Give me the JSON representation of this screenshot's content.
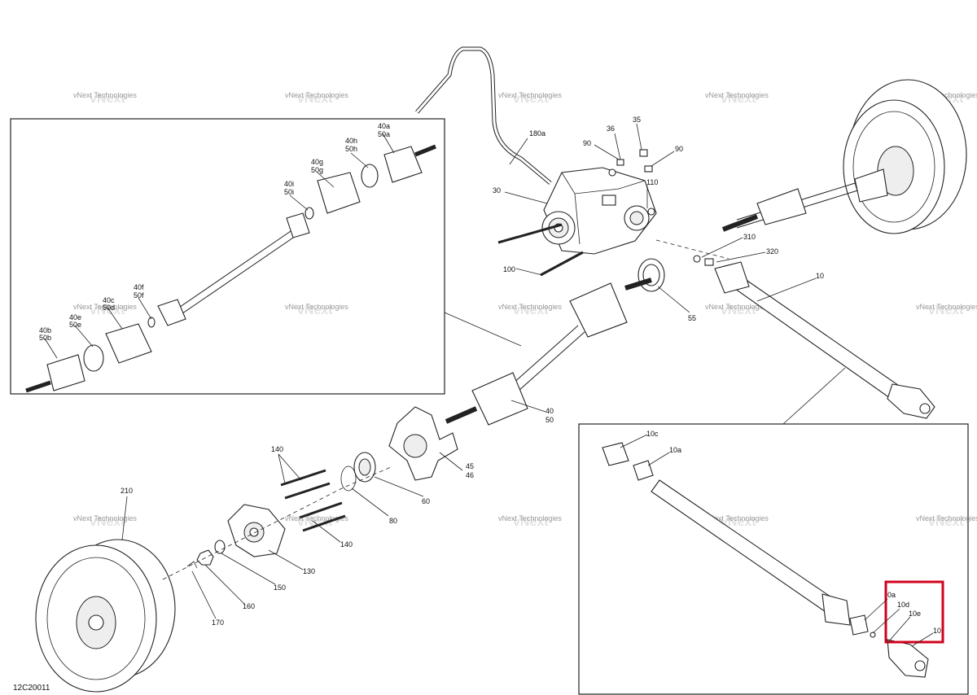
{
  "diagram": {
    "drawing_code": "12C20011",
    "watermark_text": "vNext Technologies",
    "watermark_big": "vNext",
    "highlight_color": "#d0021b",
    "callouts": [
      {
        "id": "c-180a",
        "text": "180a"
      },
      {
        "id": "c-36",
        "text": "36"
      },
      {
        "id": "c-35",
        "text": "35"
      },
      {
        "id": "c-90a",
        "text": "90"
      },
      {
        "id": "c-90b",
        "text": "90"
      },
      {
        "id": "c-110",
        "text": "110"
      },
      {
        "id": "c-30",
        "text": "30"
      },
      {
        "id": "c-100",
        "text": "100"
      },
      {
        "id": "c-310",
        "text": "310"
      },
      {
        "id": "c-320",
        "text": "320"
      },
      {
        "id": "c-10",
        "text": "10"
      },
      {
        "id": "c-55",
        "text": "55"
      },
      {
        "id": "c-40",
        "text": "40"
      },
      {
        "id": "c-50",
        "text": "50"
      },
      {
        "id": "c-45",
        "text": "45"
      },
      {
        "id": "c-46",
        "text": "46"
      },
      {
        "id": "c-60",
        "text": "60"
      },
      {
        "id": "c-80",
        "text": "80"
      },
      {
        "id": "c-140a",
        "text": "140"
      },
      {
        "id": "c-140b",
        "text": "140"
      },
      {
        "id": "c-130",
        "text": "130"
      },
      {
        "id": "c-150",
        "text": "150"
      },
      {
        "id": "c-160",
        "text": "160"
      },
      {
        "id": "c-170",
        "text": "170"
      },
      {
        "id": "c-210",
        "text": "210"
      },
      {
        "id": "c-40a",
        "text": "40a"
      },
      {
        "id": "c-50a",
        "text": "50a"
      },
      {
        "id": "c-40h",
        "text": "40h"
      },
      {
        "id": "c-50h",
        "text": "50h"
      },
      {
        "id": "c-40g",
        "text": "40g"
      },
      {
        "id": "c-50g",
        "text": "50g"
      },
      {
        "id": "c-40i",
        "text": "40i"
      },
      {
        "id": "c-50i",
        "text": "50i"
      },
      {
        "id": "c-40f",
        "text": "40f"
      },
      {
        "id": "c-50f",
        "text": "50f"
      },
      {
        "id": "c-40c",
        "text": "40c"
      },
      {
        "id": "c-50d",
        "text": "50d"
      },
      {
        "id": "c-40e",
        "text": "40e"
      },
      {
        "id": "c-50e",
        "text": "50e"
      },
      {
        "id": "c-40b",
        "text": "40b"
      },
      {
        "id": "c-50b",
        "text": "50b"
      },
      {
        "id": "c-10c",
        "text": "10c"
      },
      {
        "id": "c-10a",
        "text": "10a"
      },
      {
        "id": "c-10a2",
        "text": "0a"
      },
      {
        "id": "c-10d",
        "text": "10d"
      },
      {
        "id": "c-10e",
        "text": "10e"
      },
      {
        "id": "c-10x",
        "text": "10"
      }
    ]
  }
}
